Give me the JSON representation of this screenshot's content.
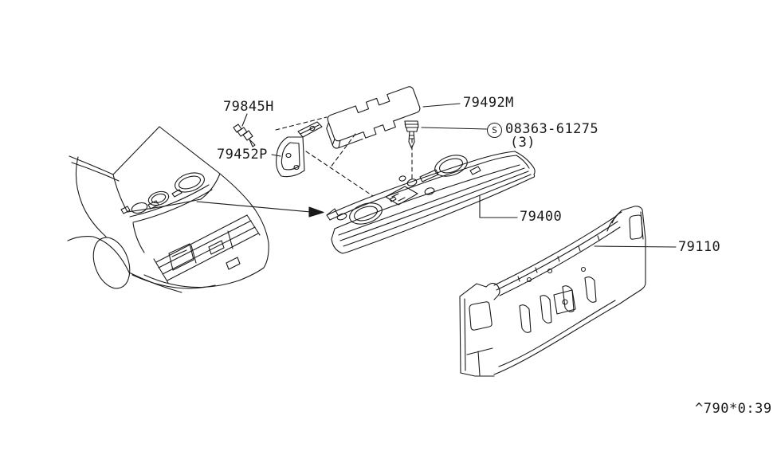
{
  "diagram": {
    "background_color": "#ffffff",
    "line_color": "#1a1a1a",
    "footer_code": "^790*0:39",
    "parts": {
      "clip": {
        "number": "79845H"
      },
      "bracket": {
        "number": "79452P"
      },
      "insulator": {
        "number": "79492M"
      },
      "screw": {
        "symbol": "S",
        "number": "08363-61275",
        "quantity": "(3)"
      },
      "parcel_shelf": {
        "number": "79400"
      },
      "rear_panel": {
        "number": "79110"
      }
    }
  }
}
